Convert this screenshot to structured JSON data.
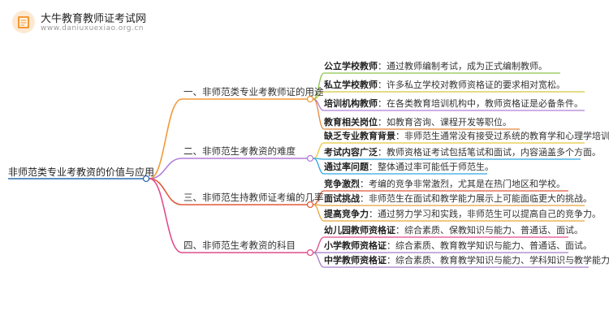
{
  "logo": {
    "title": "大牛教育教师证考试网",
    "url": "www.daniuxuexiao.org.cn",
    "icon": "book-logo-icon"
  },
  "root": "非师范类专业考教资的价值与应用",
  "branches": [
    {
      "label": "一、非师范类专业考教师证的用途",
      "color": "#f29a38",
      "leaves": [
        {
          "title": "公立学校教师",
          "text": "：通过教师编制考试，成为正式编制教师。",
          "color": "#8bc34a"
        },
        {
          "title": "私立学校教师",
          "text": "：许多私立学校对教师资格证的要求相对宽松。",
          "color": "#d5c63a"
        },
        {
          "title": "培训机构教师",
          "text": "：在各类教育培训机构中，教师资格证是必备条件。",
          "color": "#b27fd6"
        },
        {
          "title": "教育相关岗位",
          "text": "：如教育咨询、课程开发等职位。",
          "color": "#e5883b"
        }
      ]
    },
    {
      "label": "二、非师范生考教资的难度",
      "color": "#b27fd6",
      "leaves": [
        {
          "title": "缺乏专业教育背景",
          "text": "：非师范生通常没有接受过系统的教育学和心理学培训。",
          "color": "#e7c73c"
        },
        {
          "title": "考试内容广泛",
          "text": "：教师资格证考试包括笔试和面试，内容涵盖多个方面。",
          "color": "#2ea8e0"
        },
        {
          "title": "通过率问题",
          "text": "：整体通过率可能低于师范生。",
          "color": "#2ea8e0"
        }
      ]
    },
    {
      "label": "三、非师范生持教师证考编的几率",
      "color": "#e05a3a",
      "leaves": [
        {
          "title": "竞争激烈",
          "text": "：考编的竞争非常激烈，尤其是在热门地区和学校。",
          "color": "#e05a3a"
        },
        {
          "title": "面试挑战",
          "text": "：非师范生在面试和教学能力展示上可能面临更大的挑战。",
          "color": "#e8a53a"
        },
        {
          "title": "提高竞争力",
          "text": "：通过努力学习和实践，非师范生可以提高自己的竞争力。",
          "color": "#e8a53a"
        }
      ]
    },
    {
      "label": "四、非师范生考教资的科目",
      "color": "#e14c8b",
      "leaves": [
        {
          "title": "幼儿园教师资格证",
          "text": "：综合素质、保教知识与能力、普通话、面试。",
          "color": "#e14c8b"
        },
        {
          "title": "小学教师资格证",
          "text": "：综合素质、教育教学知识与能力、普通话、面试。",
          "color": "#a77cc8"
        },
        {
          "title": "中学教师资格证",
          "text": "：综合素质、教育教学知识与能力、学科知识与教学能力。",
          "color": "#a77cc8"
        }
      ]
    }
  ]
}
